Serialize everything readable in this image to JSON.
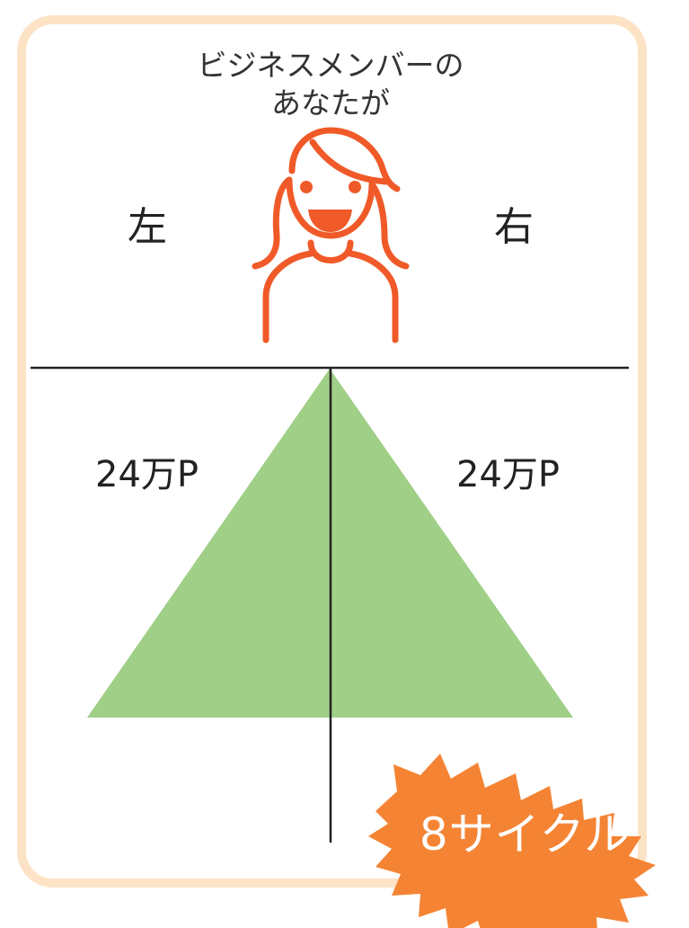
{
  "heading": {
    "line1": "ビジネスメンバーの",
    "line2": "あなたが"
  },
  "sides": {
    "left": "左",
    "right": "右"
  },
  "points": {
    "left": "24万P",
    "right": "24万P"
  },
  "badge": {
    "text": "8サイクル"
  },
  "colors": {
    "card_border": "#fde3c6",
    "person_stroke": "#f05a28",
    "triangle_fill": "#a0cf88",
    "badge_fill": "#f48434",
    "line": "#222222"
  },
  "icons": {
    "person": "woman-avatar-icon",
    "badge": "starburst-badge"
  }
}
